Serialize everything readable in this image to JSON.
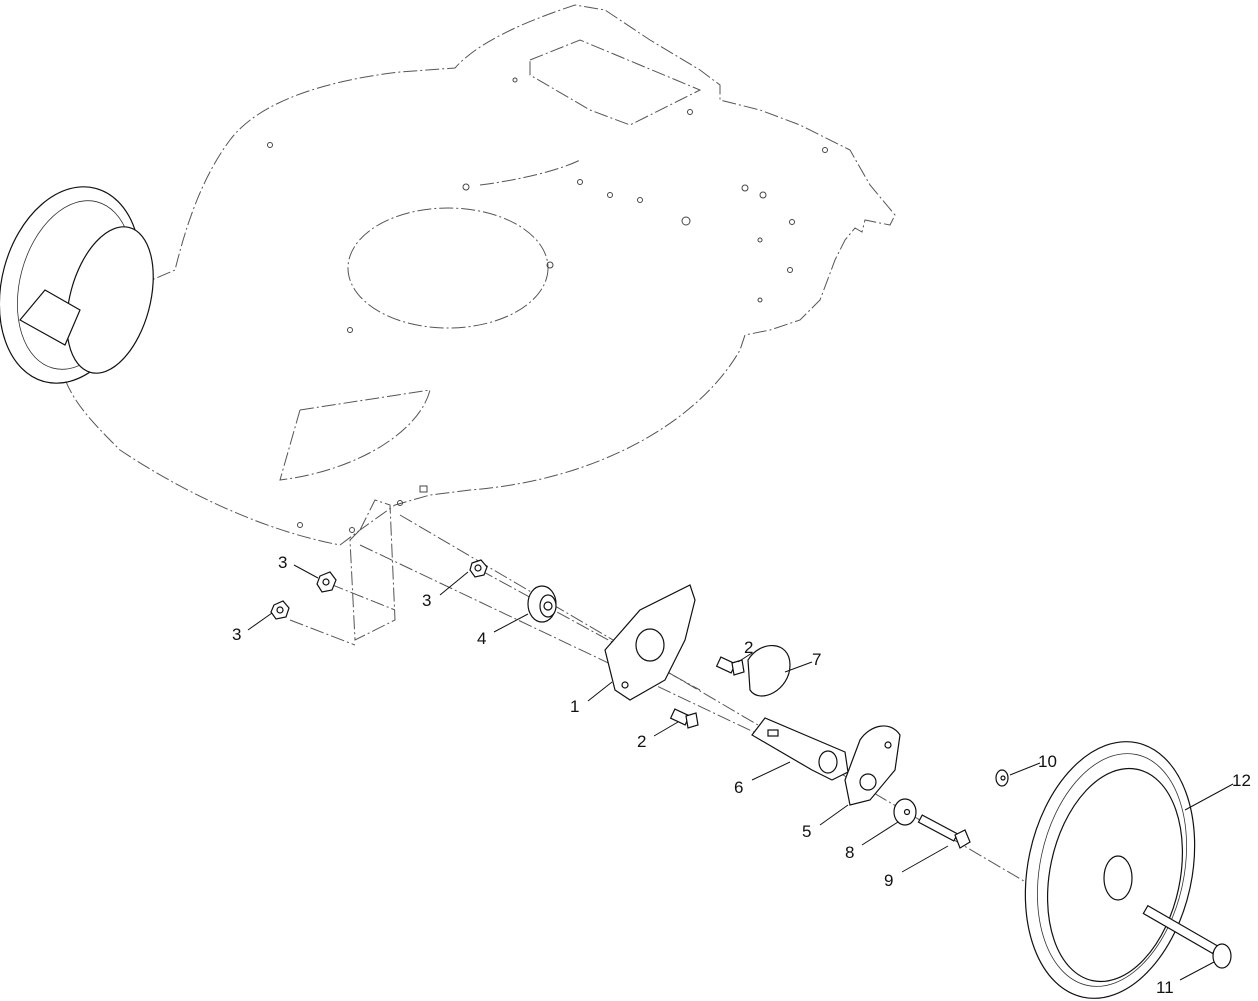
{
  "callouts": {
    "c1": "1",
    "c2a": "2",
    "c2b": "2",
    "c3a": "3",
    "c3b": "3",
    "c3c": "3",
    "c4": "4",
    "c5": "5",
    "c6": "6",
    "c7": "7",
    "c8": "8",
    "c9": "9",
    "c10": "10",
    "c11": "11",
    "c12": "12"
  }
}
